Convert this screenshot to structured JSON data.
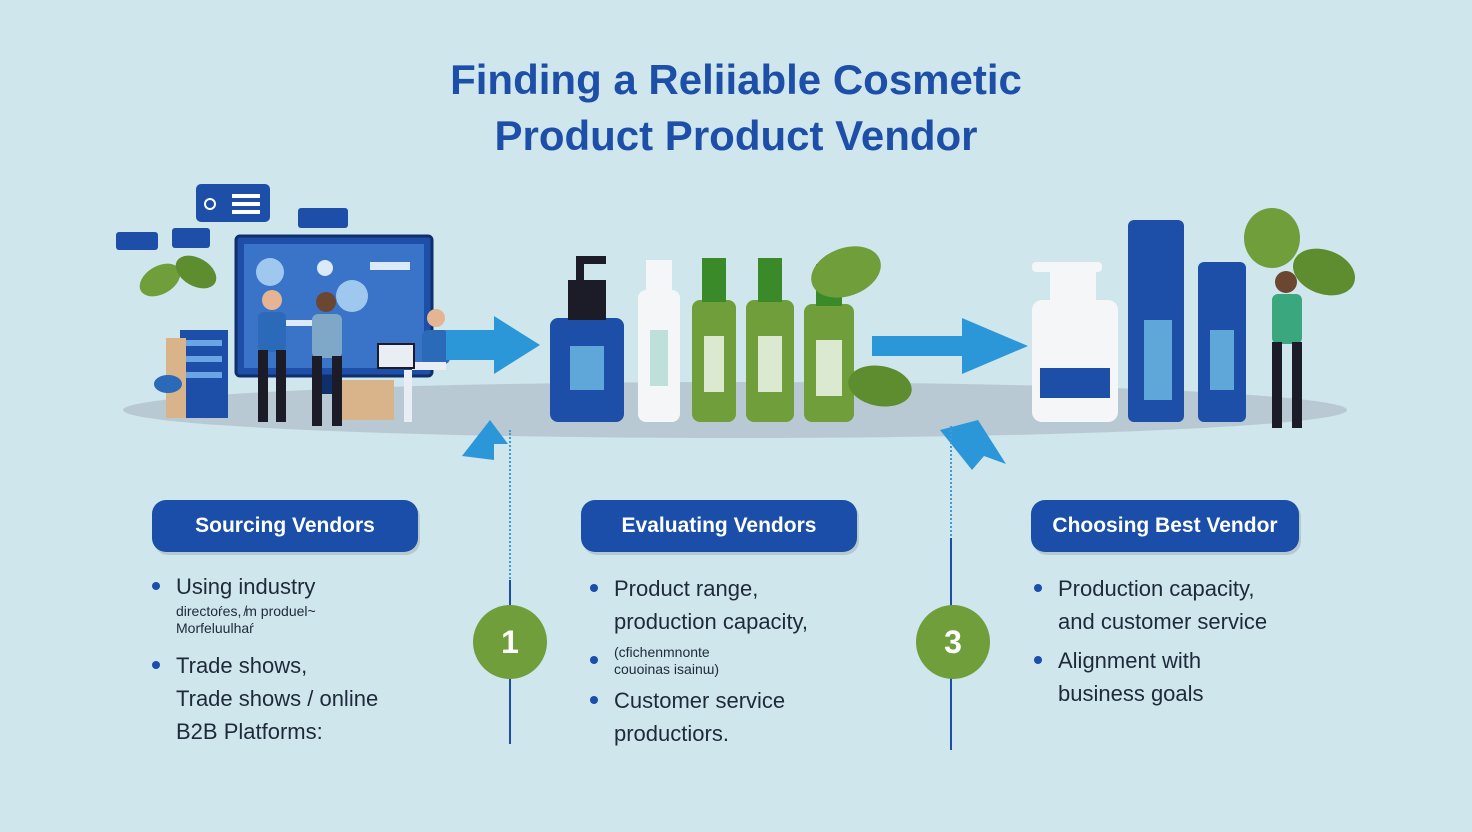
{
  "title": {
    "line1": "Finding a Reliiable Cosmetic",
    "line2": "Product Product Vendor"
  },
  "steps": [
    {
      "label": "Sourcing Vendors",
      "bullets": [
        {
          "lines": [
            "Using industry"
          ],
          "small": [
            "directoŕes, ̸m produel~",
            "Morfeluulhaŕ"
          ]
        },
        {
          "lines": [
            "Trade shows,",
            "Trade shows  /  online",
            "B2B Platforms:"
          ]
        }
      ]
    },
    {
      "label": "Evaluating Vendors",
      "bullets": [
        {
          "lines": [
            "Product range,",
            "production capacity,"
          ]
        },
        {
          "small": [
            "(cfichenmnonte",
            "couoinas isainɯ)"
          ]
        },
        {
          "lines": [
            "Customer service",
            "productiors."
          ]
        }
      ]
    },
    {
      "label": "Choosing Best Vendor",
      "bullets": [
        {
          "lines": [
            "Production capacity,",
            "and customer service"
          ]
        },
        {
          "lines": [
            "Alignment with",
            "business goals"
          ]
        }
      ]
    }
  ],
  "numbers": [
    "1",
    "3"
  ],
  "colors": {
    "accent": "#1a4ea8",
    "green": "#6f9e3a",
    "light_blue": "#3d9bd6",
    "background": "#cfe6ec"
  }
}
